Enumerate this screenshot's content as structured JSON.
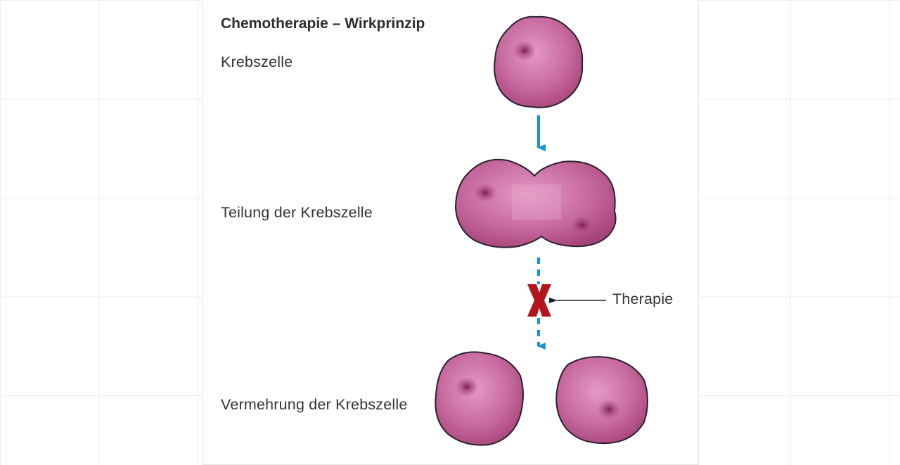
{
  "title": "Chemotherapie – Wirkprinzip",
  "steps": [
    {
      "label": "Krebszelle"
    },
    {
      "label": "Teilung der Krebszelle"
    },
    {
      "label": "Vermehrung der Krebszelle"
    }
  ],
  "therapy_label": "Therapie",
  "colors": {
    "cell": "#b94e8a",
    "cell_light": "#d583b4",
    "nucleus": "#8a2858",
    "arrow": "#1593d6",
    "block_x": "#b3151d",
    "text": "#333333"
  },
  "icons": {
    "block": "red-x-icon"
  }
}
